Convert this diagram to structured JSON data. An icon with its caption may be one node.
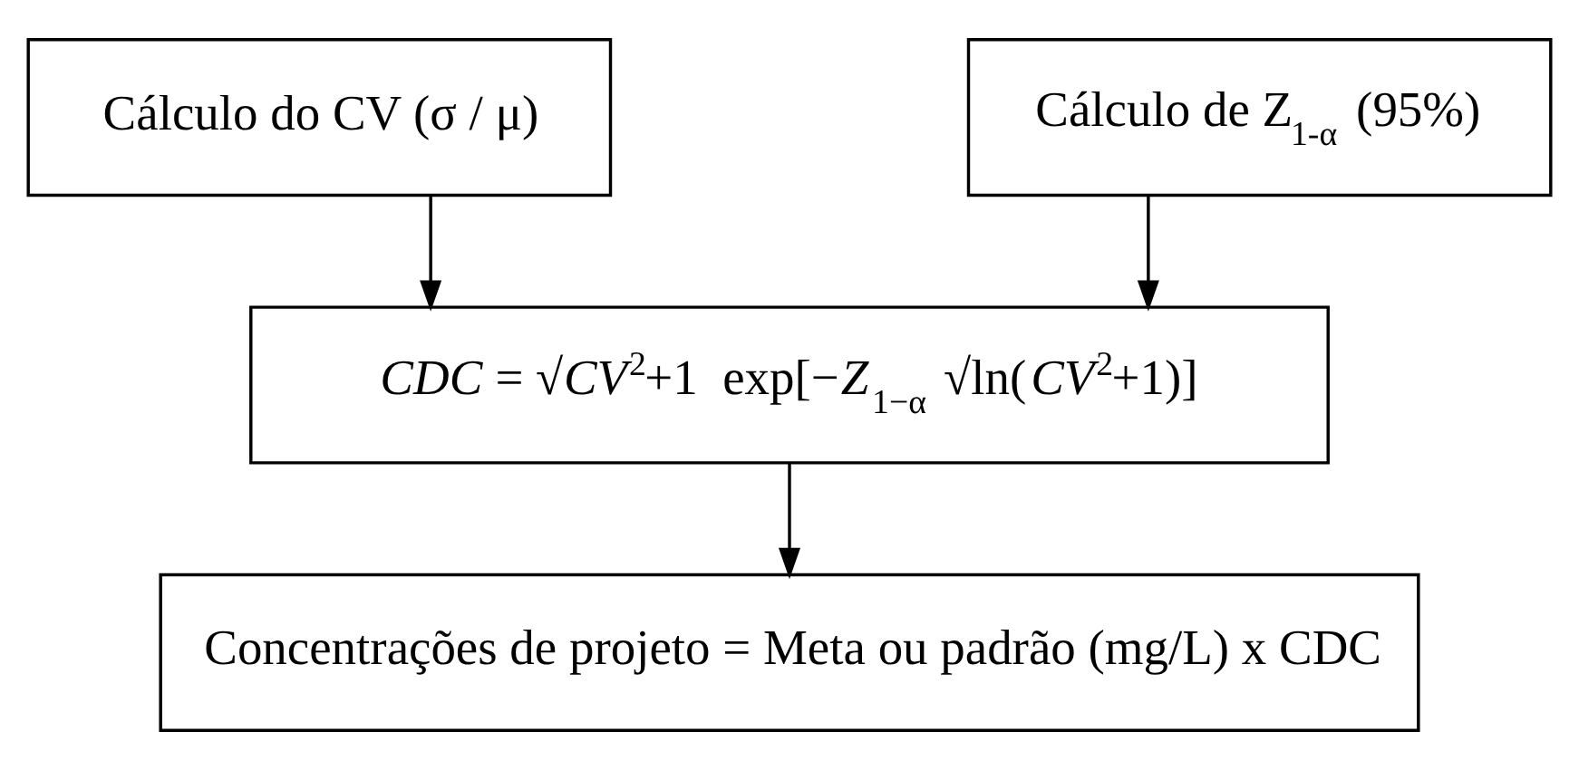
{
  "diagram": {
    "nodes": [
      {
        "text": [
          "Cálculo do CV (σ / μ)"
        ]
      },
      {
        "text": [
          "Cálculo de Z$_{1-α}$ (95%)"
        ]
      },
      {
        "text": [
          "*CDC* = √*CV*$^{2}$+1  exp[−*Z*$_{1−α}$ √ln(*CV*$^{2}$+1)]"
        ]
      },
      {
        "text": [
          "Concentrações de projeto = Meta ou padrão (mg/L) x CDC"
        ]
      }
    ],
    "edges": [
      {
        "from": 0,
        "to": 2,
        "arrow": "to"
      },
      {
        "from": 1,
        "to": 2,
        "arrow": "to"
      },
      {
        "from": 2,
        "to": 3,
        "arrow": "to"
      }
    ]
  }
}
